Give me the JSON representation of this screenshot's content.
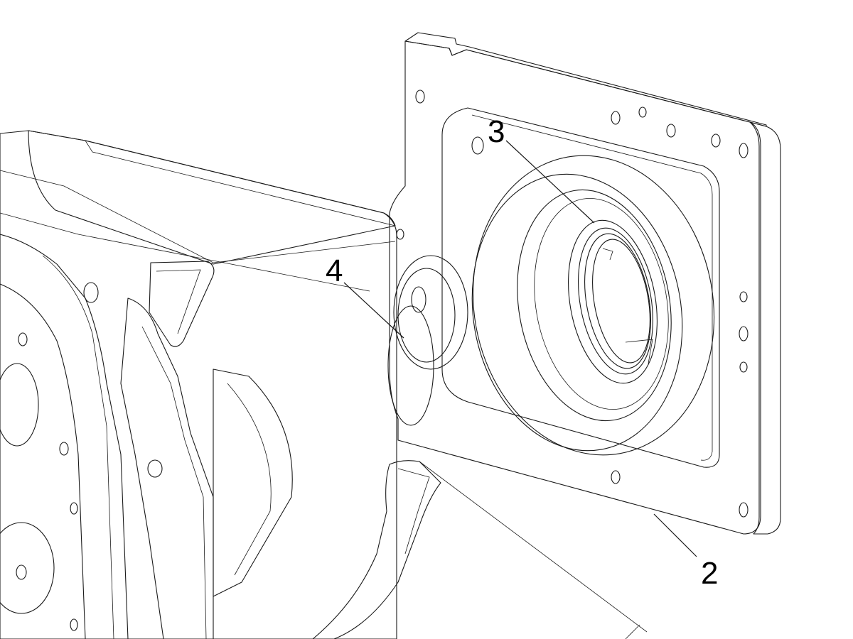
{
  "callouts": [
    {
      "id": "2",
      "label": "2"
    },
    {
      "id": "3",
      "label": "3"
    },
    {
      "id": "4",
      "label": "4"
    }
  ],
  "colors": {
    "plate": "#dcdee1",
    "plate_edge": "#c9ccd0",
    "seal_dark": "#5f6468",
    "seal_mid": "#868b90",
    "cap": "#c8c8c8",
    "housing": "#ffffff",
    "line": "#1a1a1a"
  }
}
